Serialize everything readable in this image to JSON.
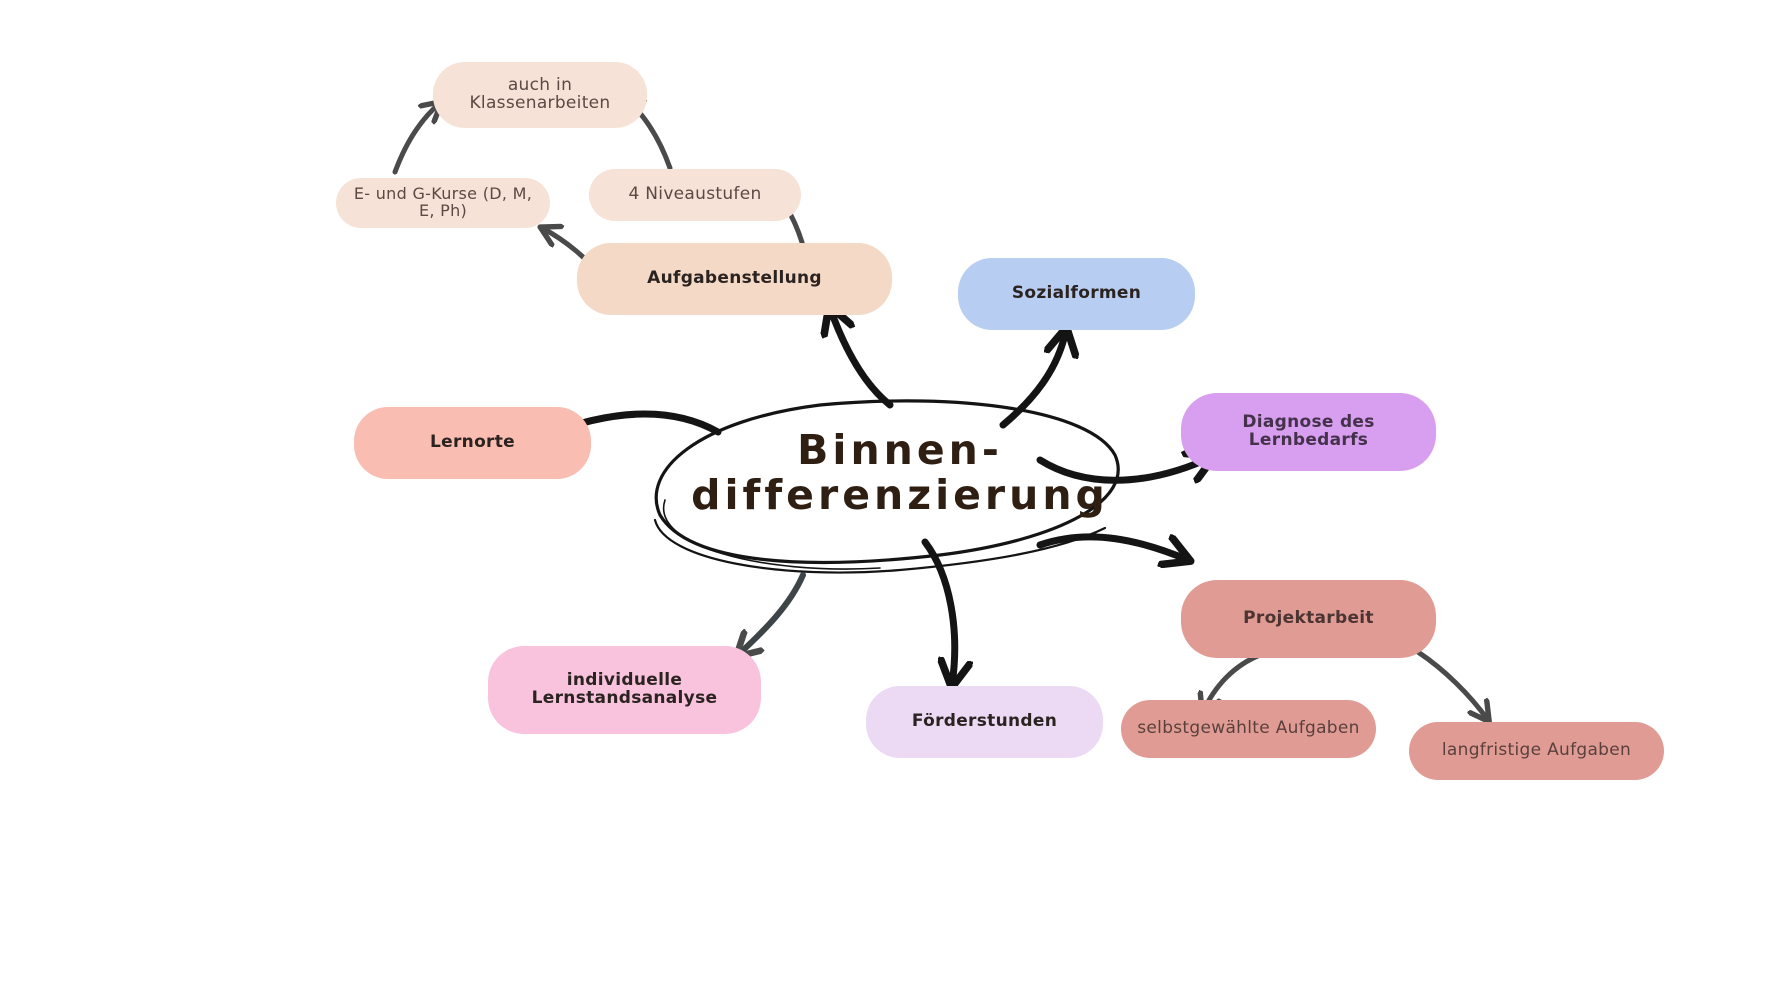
{
  "center": {
    "line1": "Binnen-",
    "line2": "differenzierung"
  },
  "nodes": {
    "aufgabenstellung": "Aufgabenstellung",
    "niveaustufen": "4 Niveaustufen",
    "kurse": "E- und G-Kurse (D, M, E, Ph)",
    "klassenarbeiten": "auch in Klassenarbeiten",
    "sozialformen": "Sozialformen",
    "lernorte": "Lernorte",
    "diagnose": "Diagnose des Lernbedarfs",
    "projektarbeit": "Projektarbeit",
    "selbstgewaehlt": "selbstgewählte Aufgaben",
    "langfristig": "langfristige Aufgaben",
    "lernstand_line1": "individuelle",
    "lernstand_line2": "Lernstandsanalyse",
    "foerderstunden": "Förderstunden"
  },
  "colors": {
    "peach": "#f5d9c7",
    "peach_light": "#f6e2d6",
    "blue": "#b8cdf2",
    "salmon": "#f9bdb2",
    "purple": "#d89ef0",
    "rose": "#e09c94",
    "pink": "#f9c3dd",
    "lavender": "#ecdaf5",
    "arrow_dark": "#141414",
    "arrow_grey": "#4a4a4a"
  }
}
